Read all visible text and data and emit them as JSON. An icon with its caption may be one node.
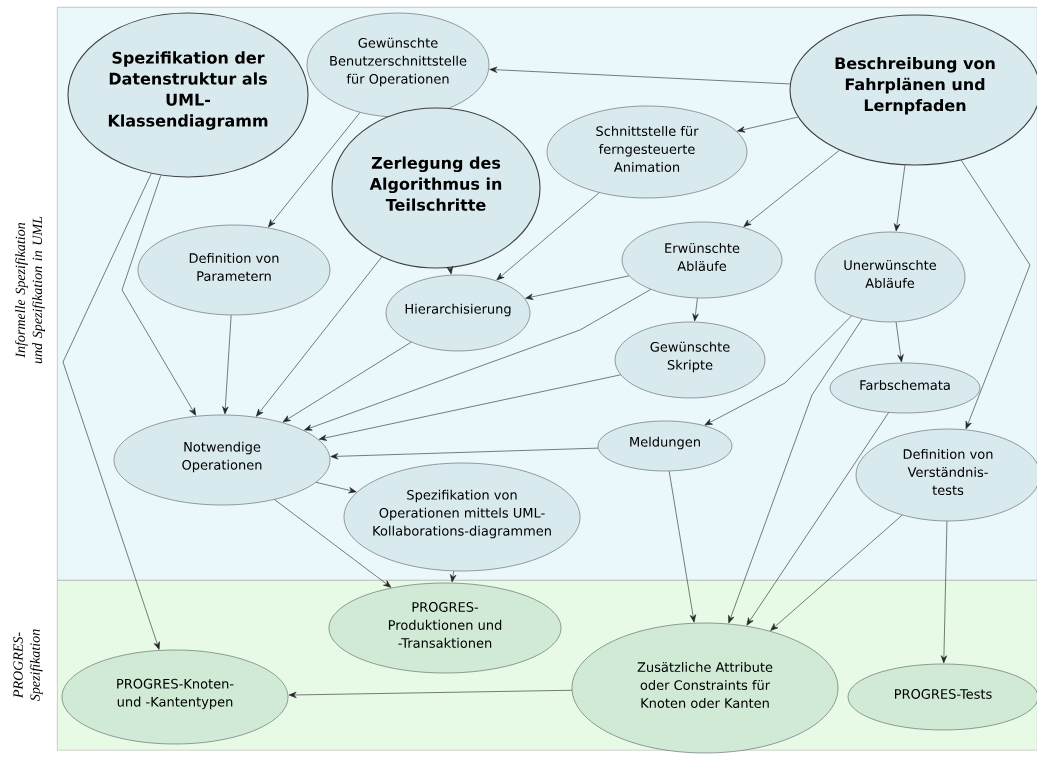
{
  "diagram": {
    "nodes": [
      {
        "text": [
          "Informelle Spezifikation und Spezifikation in UML"
        ]
      },
      {
        "text": [
          "Spezifikation der Datenstruktur als UML-Klassendiagramm"
        ],
        "in": 0
      },
      {
        "text": [
          "Gewünschte Benutzerschnittstelle für Operationen"
        ],
        "in": 0
      },
      {
        "text": [
          "Beschreibung von Fahrplänen und Lernpfaden"
        ],
        "in": 0
      },
      {
        "text": [
          "Schnittstelle für ferngesteuerte Animation"
        ],
        "in": 0
      },
      {
        "text": [
          "Zerlegung des Algorithmus in Teilschritte"
        ],
        "in": 0
      },
      {
        "text": [
          "Definition von Parametern"
        ],
        "in": 0
      },
      {
        "text": [
          "Erwünschte Abläufe"
        ],
        "in": 0
      },
      {
        "text": [
          "Unerwünschte Abläufe"
        ],
        "in": 0
      },
      {
        "text": [
          "Hierarchisierung"
        ],
        "in": 0
      },
      {
        "text": [
          "Gewünschte Skripte"
        ],
        "in": 0
      },
      {
        "text": [
          "Farbschemata"
        ],
        "in": 0
      },
      {
        "text": [
          "Notwendige Operationen"
        ],
        "in": 0
      },
      {
        "text": [
          "Meldungen"
        ],
        "in": 0
      },
      {
        "text": [
          "Definition von Verständnis-tests"
        ],
        "in": 0
      },
      {
        "text": [
          "Spezifikation von Operationen mittels UML-Kollaborations-diagrammen"
        ],
        "in": 0
      },
      {
        "text": [
          "PROGRES- Spezifikation"
        ]
      },
      {
        "text": [
          "PROGRES-Produktionen und -Transaktionen"
        ],
        "in": 16
      },
      {
        "text": [
          "PROGRES-Knoten- und -Kantentypen"
        ],
        "in": 16
      },
      {
        "text": [
          "Zusätzliche Attribute oder Constraints für Knoten oder Kanten"
        ],
        "in": 16
      },
      {
        "text": [
          "PROGRES-Tests"
        ],
        "in": 16
      }
    ],
    "edges": [
      {
        "from": 1,
        "to": 18,
        "arrow": "to"
      },
      {
        "from": 1,
        "to": 12,
        "arrow": "to"
      },
      {
        "from": 2,
        "to": 6,
        "arrow": "to"
      },
      {
        "from": 3,
        "to": 2,
        "arrow": "to"
      },
      {
        "from": 3,
        "to": 4,
        "arrow": "to"
      },
      {
        "from": 3,
        "to": 7,
        "arrow": "to"
      },
      {
        "from": 3,
        "to": 8,
        "arrow": "to"
      },
      {
        "from": 3,
        "to": 14,
        "arrow": "to"
      },
      {
        "from": 5,
        "to": 9,
        "arrow": "to"
      },
      {
        "from": 5,
        "to": 12,
        "arrow": "to"
      },
      {
        "from": 4,
        "to": 9,
        "arrow": "to"
      },
      {
        "from": 7,
        "to": 9,
        "arrow": "to"
      },
      {
        "from": 7,
        "to": 10,
        "arrow": "to"
      },
      {
        "from": 7,
        "to": 12,
        "arrow": "to"
      },
      {
        "from": 6,
        "to": 12,
        "arrow": "to"
      },
      {
        "from": 9,
        "to": 12,
        "arrow": "to"
      },
      {
        "from": 10,
        "to": 12,
        "arrow": "to"
      },
      {
        "from": 8,
        "to": 11,
        "arrow": "to"
      },
      {
        "from": 8,
        "to": 13,
        "arrow": "to"
      },
      {
        "from": 8,
        "to": 19,
        "arrow": "to"
      },
      {
        "from": 13,
        "to": 12,
        "arrow": "to"
      },
      {
        "from": 12,
        "to": 15,
        "arrow": "to"
      },
      {
        "from": 12,
        "to": 17,
        "arrow": "to"
      },
      {
        "from": 15,
        "to": 17,
        "arrow": "to"
      },
      {
        "from": 13,
        "to": 19,
        "arrow": "to"
      },
      {
        "from": 11,
        "to": 19,
        "arrow": "to"
      },
      {
        "from": 14,
        "to": 19,
        "arrow": "to"
      },
      {
        "from": 14,
        "to": 20,
        "arrow": "to"
      },
      {
        "from": 19,
        "to": 18,
        "arrow": "to"
      }
    ]
  }
}
